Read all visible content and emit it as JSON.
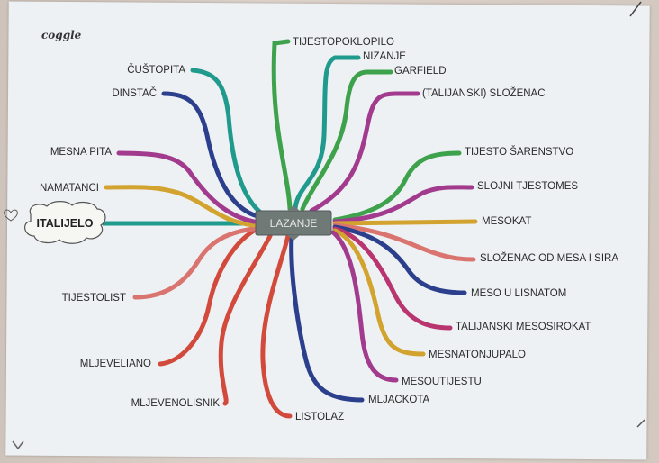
{
  "app_logo": "coggle",
  "central_topic": "LAZANJE",
  "root_node": "ITALIJELO",
  "colors": {
    "paper": "#eef1f4",
    "center_box": "#6f7975",
    "teal": "#1f9a8c",
    "green": "#3ea24d",
    "navy": "#2b3f8c",
    "purple": "#a23b8d",
    "gold": "#d3a330",
    "salmon": "#d9756e",
    "red": "#d24a3c",
    "orange": "#e1893a",
    "magenta": "#b8356f",
    "blue": "#2d4c9b"
  },
  "branches": [
    {
      "id": "tijestopoklopilo",
      "label": "TIJESTOPOKLOPILO",
      "color": "green"
    },
    {
      "id": "nizanje",
      "label": "NIZANJE",
      "color": "teal"
    },
    {
      "id": "garfield",
      "label": "GARFIELD",
      "color": "green"
    },
    {
      "id": "talijanski-slozenac",
      "label": "(TALIJANSKI) SLOŽENAC",
      "color": "purple"
    },
    {
      "id": "tijesto-sarenstvo",
      "label": "TIJESTO ŠARENSTVO",
      "color": "green"
    },
    {
      "id": "slojni-tjestomes",
      "label": "SLOJNI TJESTOMES",
      "color": "purple"
    },
    {
      "id": "mesokat",
      "label": "MESOKAT",
      "color": "gold"
    },
    {
      "id": "slozenac-od-mesa",
      "label": "SLOŽENAC OD MESA I SIRA",
      "color": "salmon"
    },
    {
      "id": "meso-u-lisnatom",
      "label": "MESO U LISNATOM",
      "color": "navy"
    },
    {
      "id": "talijanski-mesosirokat",
      "label": "TALIJANSKI MESOSIROKAT",
      "color": "magenta"
    },
    {
      "id": "mesnatonjupalo",
      "label": "MESNATONJUPALO",
      "color": "gold"
    },
    {
      "id": "mesoutijestu",
      "label": "MESOUTIJESTU",
      "color": "purple"
    },
    {
      "id": "mljackota",
      "label": "MLJACKOTA",
      "color": "navy"
    },
    {
      "id": "listolaz",
      "label": "LISTOLAZ",
      "color": "red"
    },
    {
      "id": "mljevenolisnik",
      "label": "MLJEVENOLISNIK",
      "color": "red"
    },
    {
      "id": "mljeveliano",
      "label": "MLJEVELIANO",
      "color": "red"
    },
    {
      "id": "tijestolist",
      "label": "TIJESTOLIST",
      "color": "salmon"
    },
    {
      "id": "namatanci",
      "label": "NAMATANCI",
      "color": "gold"
    },
    {
      "id": "mesna-pita",
      "label": "MESNA PITA",
      "color": "purple"
    },
    {
      "id": "dinstac",
      "label": "DINSTAČ",
      "color": "navy"
    },
    {
      "id": "custopita",
      "label": "ČUŠTOPITA",
      "color": "teal"
    }
  ]
}
